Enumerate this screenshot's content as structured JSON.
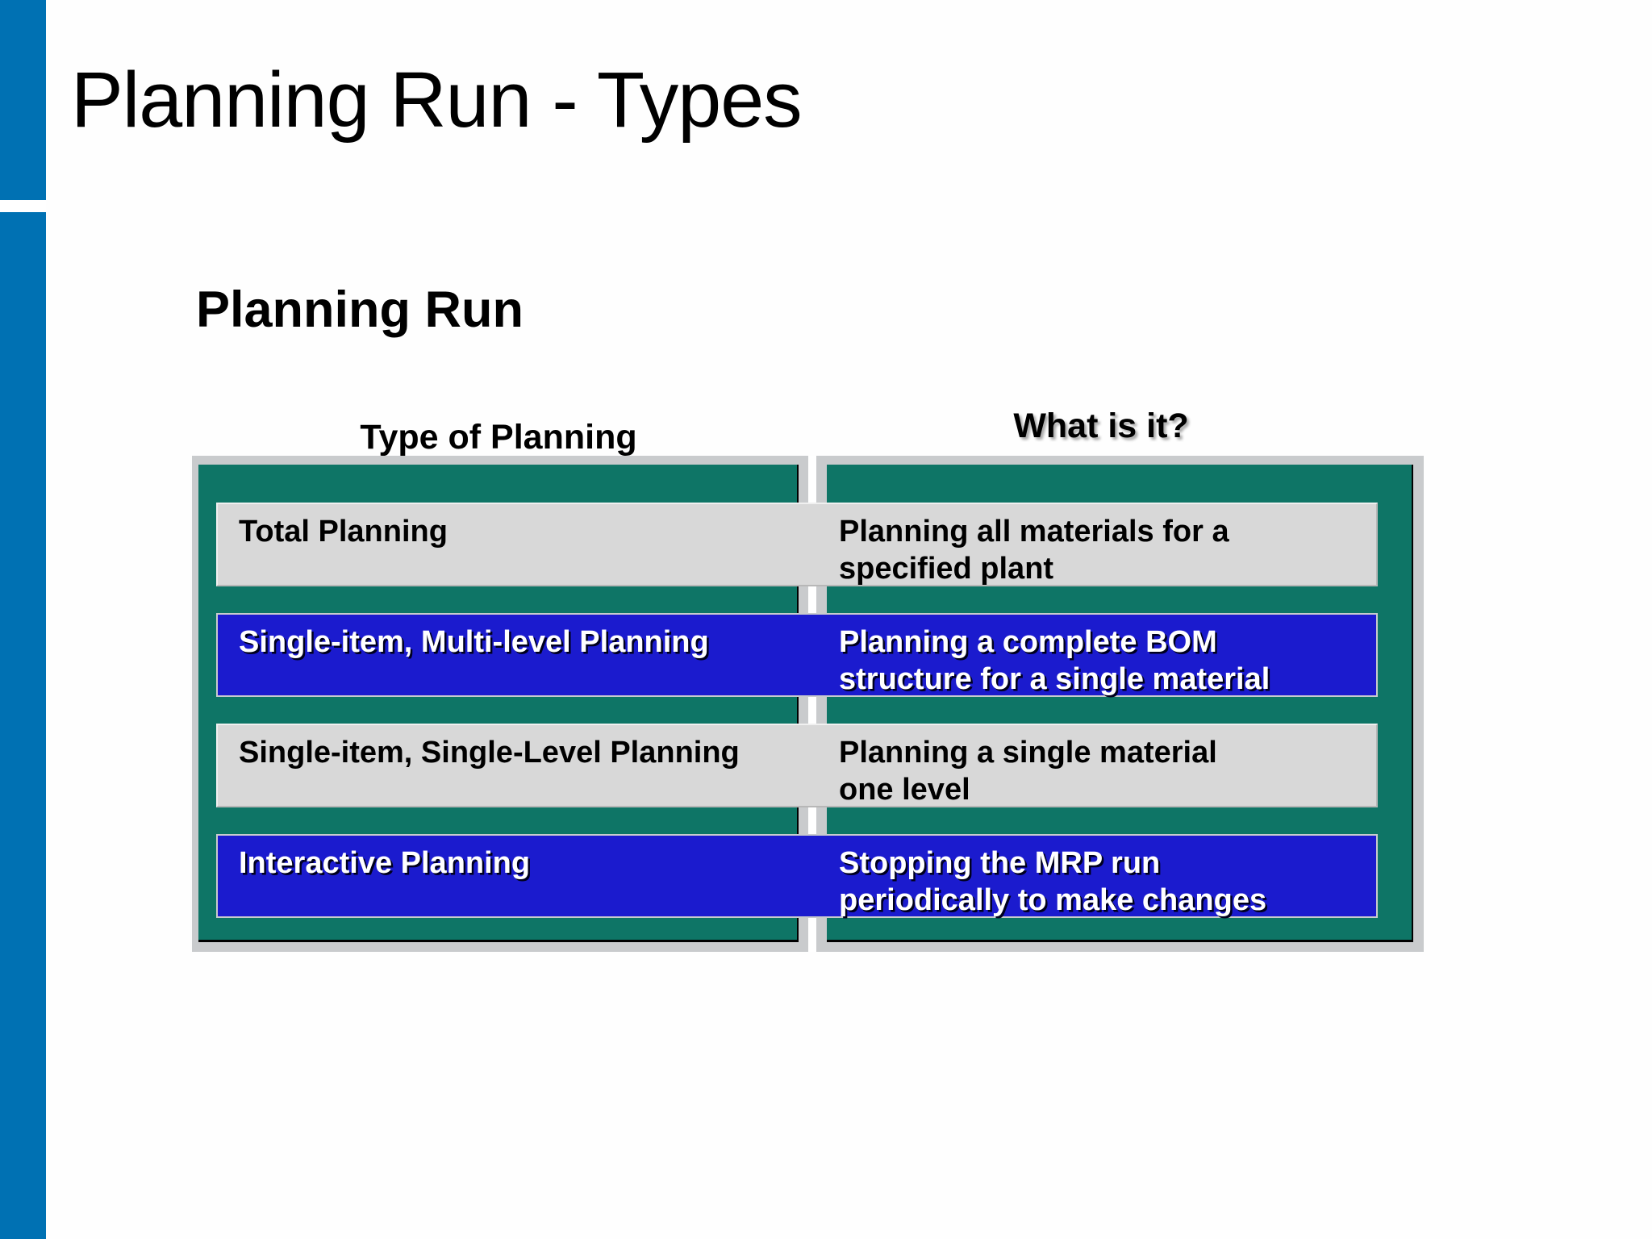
{
  "slide": {
    "title": "Planning Run - Types",
    "section_heading": "Planning Run",
    "table": {
      "column_headers": {
        "left": "Type of Planning",
        "right": "What is it?"
      },
      "rows": [
        {
          "variant": "gray",
          "type": "Total Planning",
          "desc": [
            "Planning all materials for a",
            "specified plant"
          ]
        },
        {
          "variant": "blue",
          "type": "Single-item, Multi-level Planning",
          "desc": [
            "Planning a complete BOM",
            "structure for a single material"
          ]
        },
        {
          "variant": "gray",
          "type": "Single-item, Single-Level Planning",
          "desc": [
            "Planning a single material",
            "one level"
          ]
        },
        {
          "variant": "blue",
          "type": "Interactive Planning",
          "desc": [
            "Stopping the MRP run",
            "periodically to make changes"
          ]
        }
      ]
    },
    "colors": {
      "sidebar_blue": "#0071B3",
      "panel_teal": "#0E7566",
      "row_gray": "#D8D8D8",
      "row_blue": "#1B1BCE",
      "frame_gray": "#C9CBCD",
      "row_text_light": "#FFFFFF",
      "row_text_dark": "#000000"
    }
  }
}
